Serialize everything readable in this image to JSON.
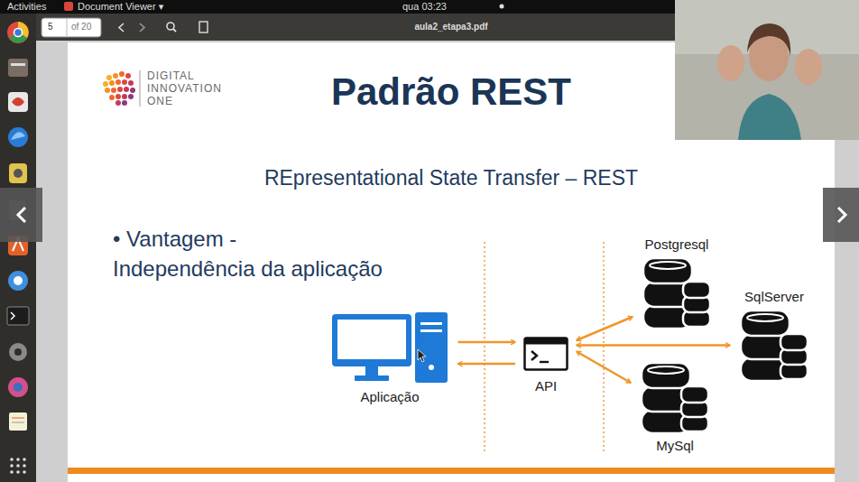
{
  "diagram": {
    "title": "Padrão REST",
    "nodes": [
      {
        "text": [
          "Aplicação"
        ]
      },
      {
        "text": [
          "API"
        ]
      },
      {
        "text": [
          "Postgresql"
        ]
      },
      {
        "text": [
          "SqlServer"
        ]
      },
      {
        "text": [
          "MySql"
        ]
      }
    ],
    "edges": [
      {
        "from": 0,
        "to": 1,
        "arrow": "both"
      },
      {
        "from": 1,
        "to": 2,
        "arrow": "both"
      },
      {
        "from": 1,
        "to": 3,
        "arrow": "both"
      },
      {
        "from": 1,
        "to": 4,
        "arrow": "both"
      }
    ],
    "labels": [
      "Activities",
      "Document Viewer ▾",
      "qua 03:23",
      "5",
      "of 20",
      "aula2_etapa3.pdf",
      "DIGITAL",
      "INNOVATION",
      "ONE",
      "REpresentational State Transfer – REST",
      "• Vantagem -",
      "Independência da aplicação"
    ]
  }
}
